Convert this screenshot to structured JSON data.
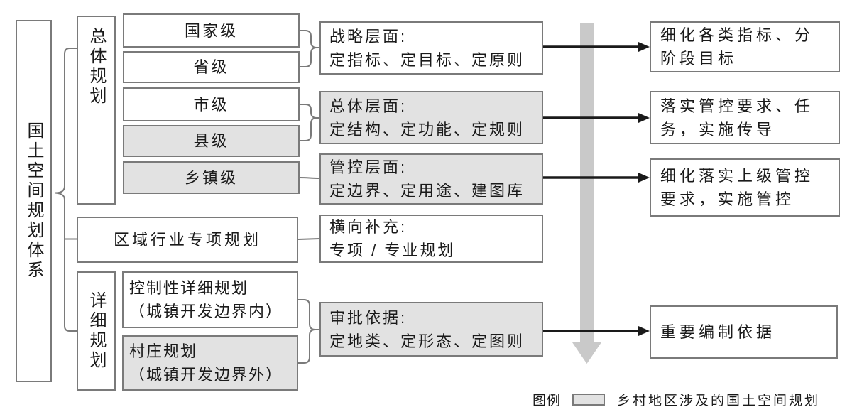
{
  "palette": {
    "highlight_fill": "#e2e2e2",
    "box_border": "#7a7a7a",
    "text_color": "#1a1a1a",
    "black_arrow": "#1a1a1a",
    "gray_arrow": "#c9c9c9"
  },
  "root": {
    "label": "国土空间规划体系"
  },
  "overall_group": {
    "label": "总体规划",
    "levels": [
      {
        "label": "国家级",
        "highlighted": false
      },
      {
        "label": "省级",
        "highlighted": false
      },
      {
        "label": "市级",
        "highlighted": false
      },
      {
        "label": "县级",
        "highlighted": true
      },
      {
        "label": "乡镇级",
        "highlighted": true
      }
    ]
  },
  "regional_special": {
    "label": "区域行业专项规划",
    "highlighted": false
  },
  "detailed_group": {
    "label": "详细规划",
    "items": [
      {
        "title": "控制性详细规划",
        "subtitle": "（城镇开发边界内）",
        "highlighted": false
      },
      {
        "title": "村庄规划",
        "subtitle": "（城镇开发边界外）",
        "highlighted": true
      }
    ]
  },
  "function_boxes": [
    {
      "title": "战略层面:",
      "detail": "定指标、定目标、定原则",
      "highlighted": false
    },
    {
      "title": "总体层面:",
      "detail": "定结构、定功能、定规则",
      "highlighted": true
    },
    {
      "title": "管控层面:",
      "detail": "定边界、定用途、建图库",
      "highlighted": true
    },
    {
      "title": "横向补充:",
      "detail": "专项 / 专业规划",
      "highlighted": false
    },
    {
      "title": "审批依据:",
      "detail": "定地类、定形态、定图则",
      "highlighted": true
    }
  ],
  "outcome_boxes": [
    {
      "text": "细化各类指标、分阶段目标"
    },
    {
      "text": "落实管控要求、任务，实施传导"
    },
    {
      "text": "细化落实上级管控要求，实施管控"
    },
    {
      "text": "重要编制依据"
    }
  ],
  "legend": {
    "label": "图例",
    "swatch_meaning": "乡村地区涉及的国土空间规划"
  }
}
